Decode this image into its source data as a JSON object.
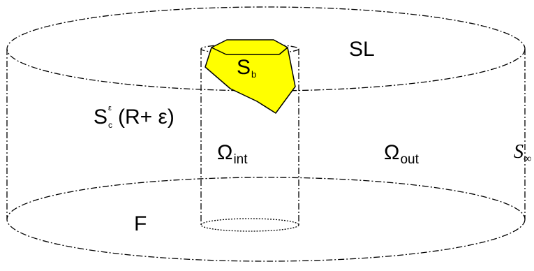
{
  "labels": {
    "sl": "SL",
    "sb_main": "S",
    "sb_sub": "b",
    "sc_main": "S",
    "sc_sub": "c",
    "sc_sup": "ε",
    "sc_tail": "(R+ ε)",
    "omega_int_main": "Ω",
    "omega_int_sub": "int",
    "omega_out_main": "Ω",
    "omega_out_sub": "out",
    "s_inf_main": "S",
    "s_inf_sub": "∞",
    "f": "F"
  },
  "colors": {
    "line": "#000000",
    "body_fill": "#ffff00",
    "background": "#ffffff"
  }
}
